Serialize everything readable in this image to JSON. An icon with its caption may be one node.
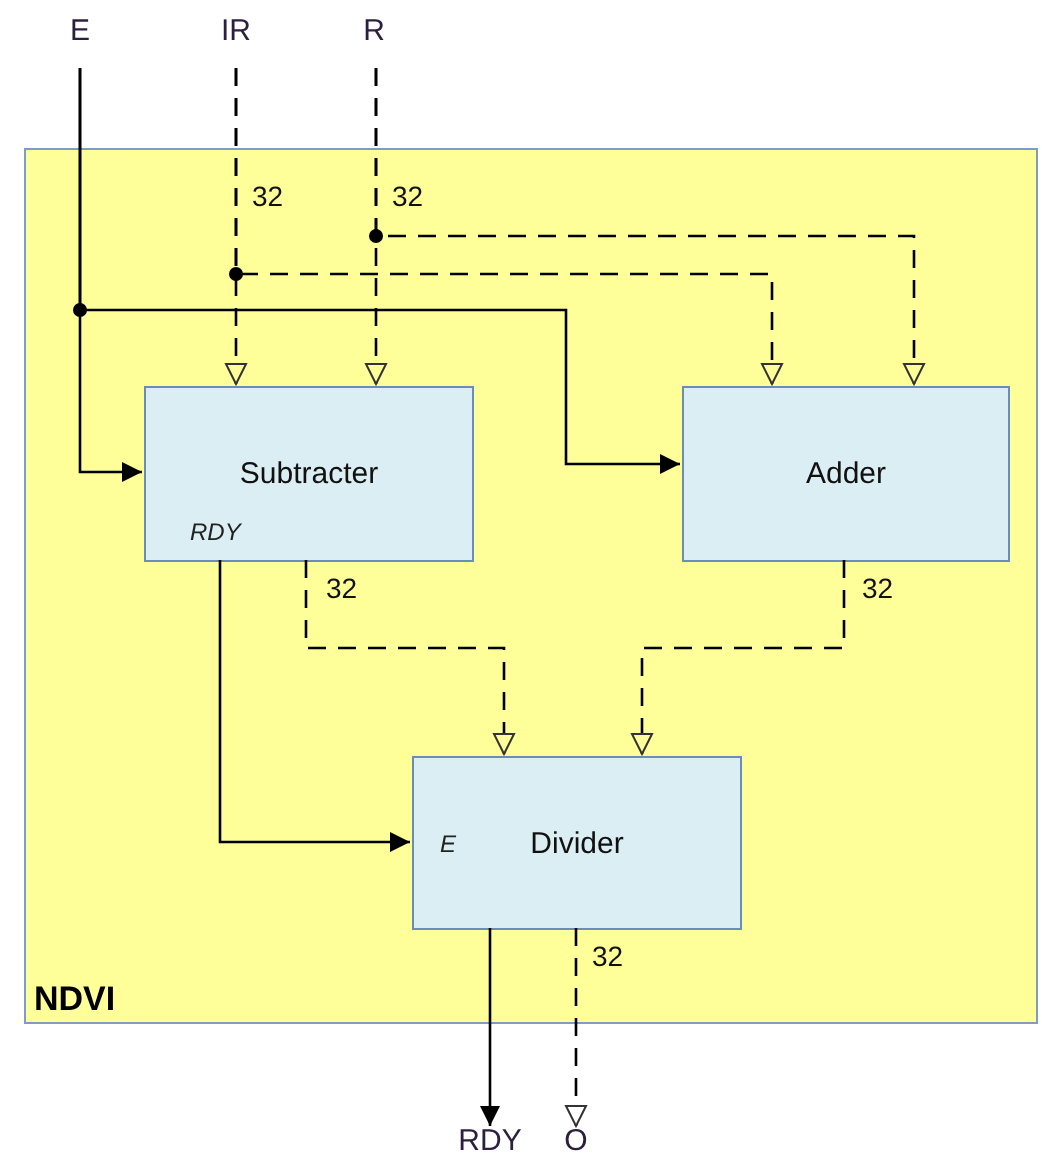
{
  "diagram": {
    "nodes": [
      {
        "text": [
          "NDVI"
        ]
      },
      {
        "text": [
          "Subtracter",
          "RDY"
        ],
        "in": 0
      },
      {
        "text": [
          "Adder"
        ],
        "in": 0
      },
      {
        "text": [
          "E",
          "Divider"
        ],
        "in": 0
      },
      {
        "text": [
          "E"
        ]
      },
      {
        "text": [
          "IR"
        ]
      },
      {
        "text": [
          "R"
        ]
      },
      {
        "text": [
          "RDY"
        ]
      },
      {
        "text": [
          "O"
        ]
      }
    ],
    "edges": [
      {
        "from": 4,
        "to": 1,
        "arrow": "to"
      },
      {
        "from": 4,
        "to": 2,
        "arrow": "to"
      },
      {
        "from": 5,
        "to": 1,
        "arrow": "to",
        "label": "32",
        "style": "dashed"
      },
      {
        "from": 5,
        "to": 2,
        "arrow": "to",
        "style": "dashed"
      },
      {
        "from": 6,
        "to": 1,
        "arrow": "to",
        "label": "32",
        "style": "dashed"
      },
      {
        "from": 6,
        "to": 2,
        "arrow": "to",
        "style": "dashed"
      },
      {
        "from": 1,
        "to": 3,
        "arrow": "to"
      },
      {
        "from": 1,
        "to": 3,
        "arrow": "to",
        "label": "32",
        "style": "dashed"
      },
      {
        "from": 2,
        "to": 3,
        "arrow": "to",
        "label": "32",
        "style": "dashed"
      },
      {
        "from": 3,
        "to": 7,
        "arrow": "to"
      },
      {
        "from": 3,
        "to": 8,
        "arrow": "to",
        "label": "32",
        "style": "dashed"
      }
    ]
  }
}
